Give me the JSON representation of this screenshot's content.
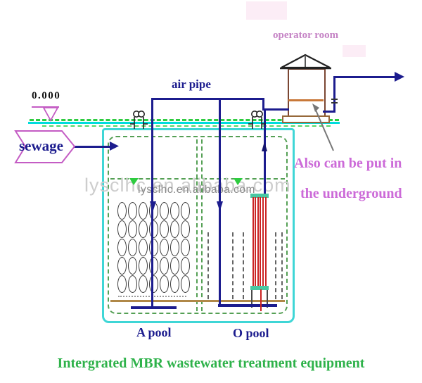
{
  "labels": {
    "operator_room": "operator room",
    "air_pipe": "air pipe",
    "ground_level": "0.000",
    "sewage": "sewage",
    "annotation_line1": "Also can be put in",
    "annotation_line2": "the underground",
    "a_pool": "A pool",
    "o_pool": "O pool",
    "title": "Intergrated MBR wastewater treatment equipment"
  },
  "watermarks": {
    "large": "lysclhc.en.alibaba.com",
    "small": "lysclhc.en.alibaba.com"
  },
  "colors": {
    "pipe_navy": "#1c1c8e",
    "tank_cyan": "#3fd6d6",
    "ground_cyan": "#00dcdc",
    "grass_green": "#2ecc40",
    "inner_dash_green": "#55a055",
    "membrane_red": "#cc2424",
    "membrane_cap_teal": "#48c8a2",
    "floor_tan": "#b08848",
    "marker_magenta": "#c45cc4",
    "annotation_violet": "#cc6ad8",
    "operator_room_plum": "#c583c5",
    "title_green": "#2eb24a",
    "watermark_light": "#cdcdcd",
    "watermark_dark": "#8a8a8a"
  },
  "diagram": {
    "media_grid": {
      "rows": 5,
      "columns": 7,
      "pool": "A pool"
    },
    "membrane_fibers": 6,
    "aeration_columns": 5
  }
}
